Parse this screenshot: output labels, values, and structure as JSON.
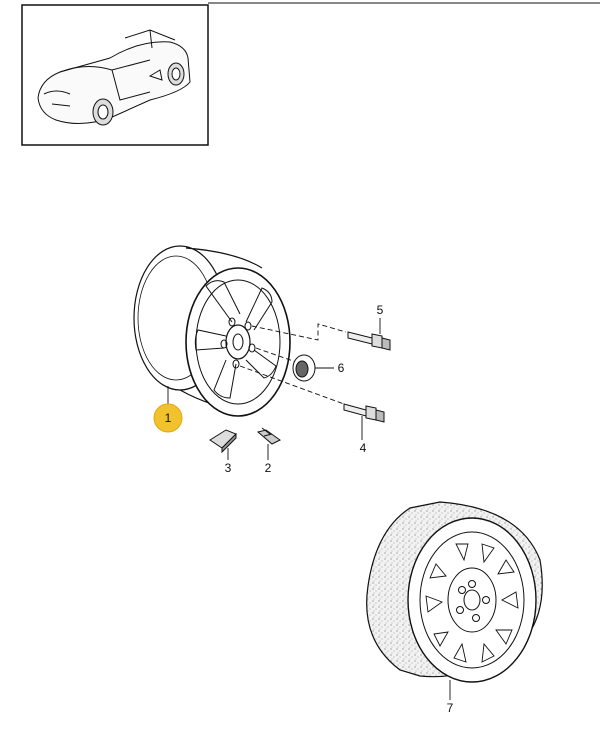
{
  "diagram": {
    "thumbnail": {
      "icon": "car-convertible-icon"
    },
    "callouts": [
      {
        "id": "1",
        "label": "1",
        "highlighted": true
      },
      {
        "id": "2",
        "label": "2",
        "highlighted": false
      },
      {
        "id": "3",
        "label": "3",
        "highlighted": false
      },
      {
        "id": "4",
        "label": "4",
        "highlighted": false
      },
      {
        "id": "5",
        "label": "5",
        "highlighted": false
      },
      {
        "id": "6",
        "label": "6",
        "highlighted": false
      },
      {
        "id": "7",
        "label": "7",
        "highlighted": false
      }
    ],
    "colors": {
      "highlight": "#f2c12e",
      "line": "#111111",
      "speckle": "#e4e4e4"
    }
  }
}
